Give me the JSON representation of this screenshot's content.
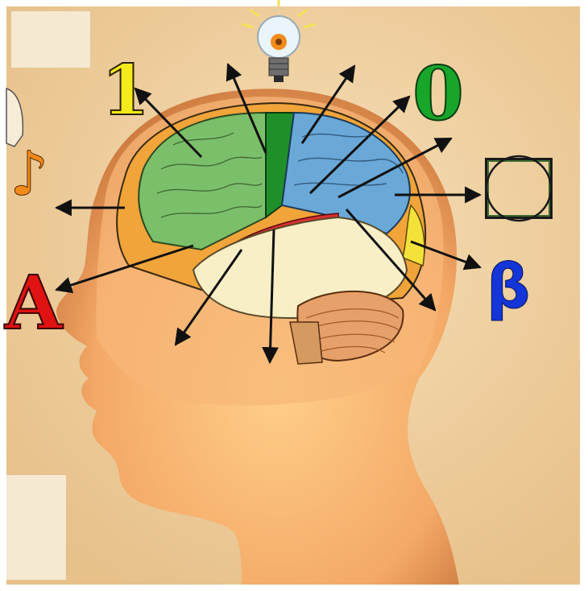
{
  "symbols": {
    "number_one": "1",
    "number_zero": "0",
    "letter_a": "A",
    "greek_beta": "β",
    "music_note": "♪"
  },
  "colors": {
    "background": "#f1d3a3",
    "skin": "#f4a967",
    "frontal_lobe": "#7bbf6a",
    "motor_strip": "#1f8f2a",
    "parietal_lobe": "#6aa8d8",
    "temporal_lobe": "#f8efc7",
    "insula": "#d93030",
    "occipital": "#f0a43a",
    "cerebellum": "#e6a06a"
  }
}
